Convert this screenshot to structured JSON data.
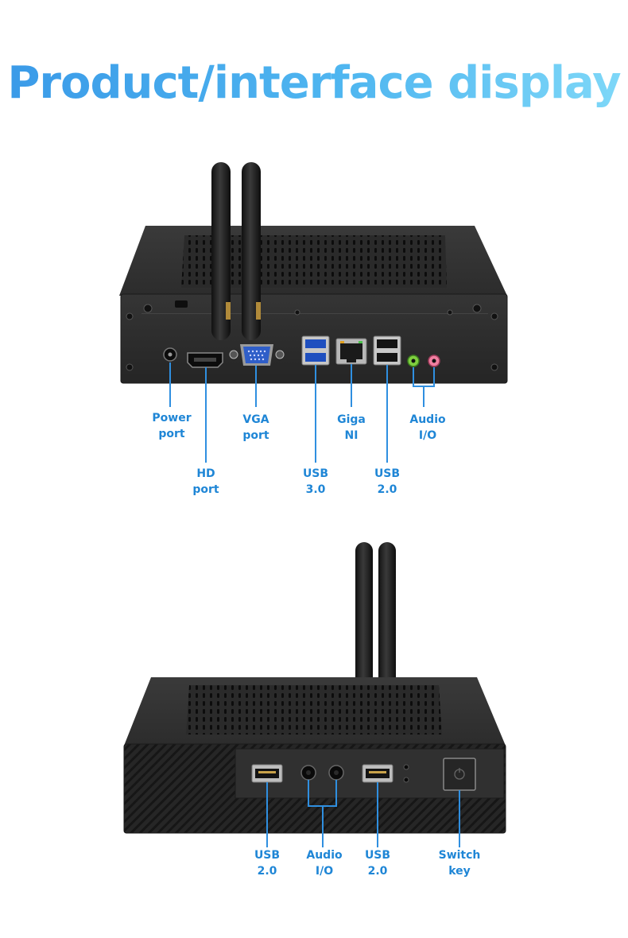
{
  "title": "Product/interface display",
  "colors": {
    "accent": "#1f86d6",
    "body": "#2b2b2b",
    "callout_line": "#2f8fe0"
  },
  "rear_panel": {
    "icons": [
      "antenna-icon",
      "antenna-icon",
      "power-port-icon",
      "hdmi-port-icon",
      "vga-port-icon",
      "usb3-port-icon",
      "ethernet-port-icon",
      "usb2-port-icon",
      "audio-green-jack-icon",
      "audio-pink-jack-icon"
    ],
    "labels": {
      "power": [
        "Power",
        "port"
      ],
      "hd": [
        "HD",
        "port"
      ],
      "vga": [
        "VGA",
        "port"
      ],
      "usb3": [
        "USB",
        "3.0"
      ],
      "giga": [
        "Giga",
        "NI"
      ],
      "usb2": [
        "USB",
        "2.0"
      ],
      "audio": [
        "Audio",
        "I/O"
      ]
    }
  },
  "front_panel": {
    "icons": [
      "antenna-icon",
      "antenna-icon",
      "usb2-port-icon",
      "audio-jack-icon",
      "audio-jack-icon",
      "usb2-port-icon",
      "led-indicator-icon",
      "power-switch-icon"
    ],
    "labels": {
      "usb_left": [
        "USB",
        "2.0"
      ],
      "audio": [
        "Audio",
        "I/O"
      ],
      "usb_right": [
        "USB",
        "2.0"
      ],
      "switch": [
        "Switch",
        "key"
      ]
    }
  }
}
